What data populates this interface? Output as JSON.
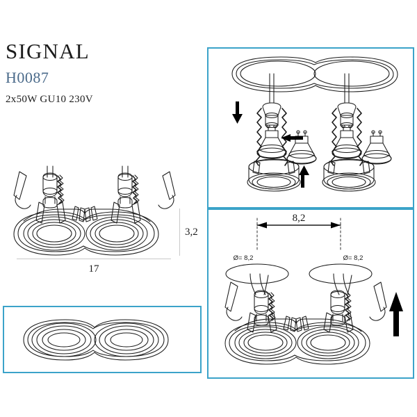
{
  "sheet": {
    "background": "#ffffff",
    "panel_border_color": "#3ba3c9",
    "line_color": "#1a1a1a"
  },
  "title_block": {
    "product_name": "SIGNAL",
    "product_code": "H0087",
    "product_code_color": "#4a6a8a",
    "specs": "2x50W  GU10  230V"
  },
  "main_drawing": {
    "caption": "double recessed downlight frame, perspective view",
    "dimensions": {
      "width_label": "17",
      "height_label": "3,2"
    }
  },
  "panel_top_right": {
    "caption": "lamp installation diagram: GU10 bulbs inserted into sockets",
    "arrows": [
      "down-arrow",
      "left-arrow",
      "up-arrow"
    ]
  },
  "panel_bottom_right": {
    "caption": "ceiling mounting diagram with hole spacing",
    "dimensions": {
      "spacing_label": "8,2",
      "hole_left_label": "Ø= 8,2",
      "hole_right_label": "Ø= 8,2"
    },
    "arrows": [
      "up-arrow"
    ]
  },
  "panel_bottom_left": {
    "caption": "double bezel plan view, top-down outline"
  }
}
